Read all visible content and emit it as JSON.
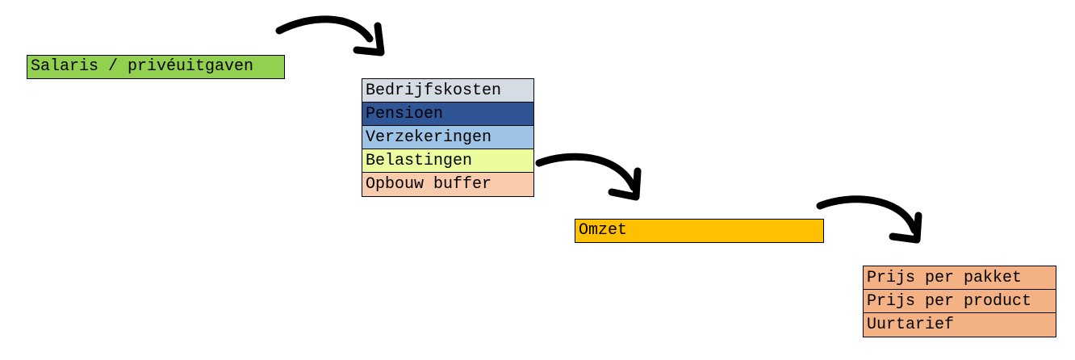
{
  "salary": {
    "label": "Salaris / privéuitgaven",
    "color": "#92d050"
  },
  "costs": {
    "items": [
      {
        "label": "Bedrijfskosten",
        "color": "#d6dce4"
      },
      {
        "label": "Pensioen",
        "color": "#2f5597"
      },
      {
        "label": "Verzekeringen",
        "color": "#9dc3e6"
      },
      {
        "label": "Belastingen",
        "color": "#ebfc9c"
      },
      {
        "label": "Opbouw buffer",
        "color": "#f8cbad"
      }
    ]
  },
  "revenue": {
    "label": "Omzet",
    "color": "#ffc000"
  },
  "pricing": {
    "items": [
      {
        "label": "Prijs per pakket",
        "color": "#f4b183"
      },
      {
        "label": "Prijs per product",
        "color": "#f4b183"
      },
      {
        "label": "Uurtarief",
        "color": "#f4b183"
      }
    ]
  },
  "arrow_color": "#000000"
}
